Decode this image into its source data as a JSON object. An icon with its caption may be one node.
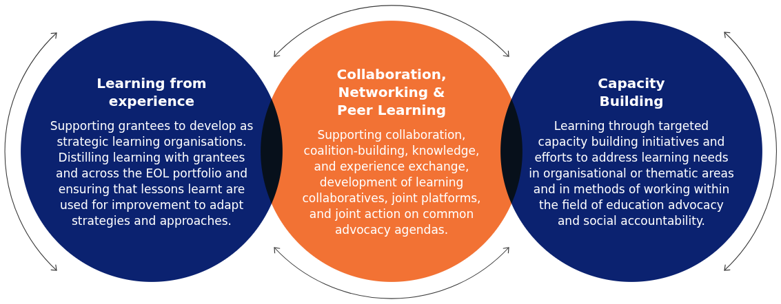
{
  "diagram": {
    "nodes": [
      {
        "text": [
          "Learning from experience",
          "Supporting grantees to develop as strategic learning organisations. Distilling learning with grantees and across the EOL portfolio and ensuring that lessons learnt are used for improvement to adapt strategies and approaches."
        ]
      },
      {
        "text": [
          "Collaboration, Networking & Peer Learning",
          "Supporting collaboration, coalition-building, knowledge, and experience exchange, development of learning collaboratives, joint platforms, and joint action on common advocacy agendas."
        ]
      },
      {
        "text": [
          "Capacity Building",
          "Learning through targeted capacity building initiatives and efforts to address learning needs in organisational or thematic areas and in methods of working within the field of education advocacy and social accountability."
        ]
      }
    ],
    "edges": [
      {
        "from": 1,
        "to": 1,
        "arrow": "both"
      },
      {
        "from": 0,
        "to": 0,
        "arrow": "both"
      },
      {
        "from": 2,
        "to": 2,
        "arrow": "both"
      },
      {
        "from": 1,
        "to": 1,
        "arrow": "both"
      }
    ]
  }
}
